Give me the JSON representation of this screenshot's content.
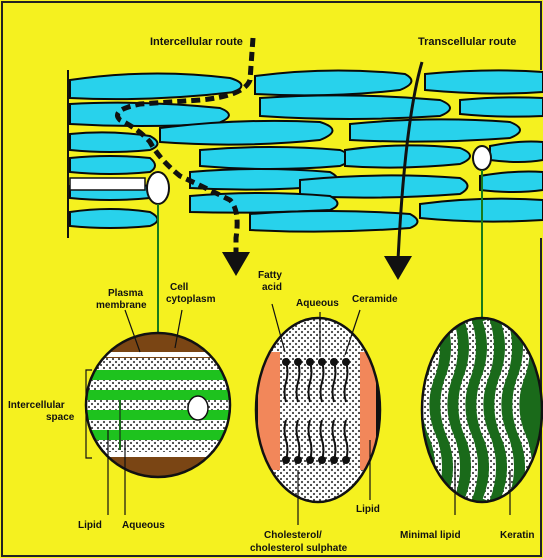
{
  "colors": {
    "background": "#f5f11f",
    "cells": "#28d2ec",
    "cell_outline": "#0a0a0a",
    "lipid_green": "#1ec21e",
    "brown": "#7a4514",
    "orange": "#f2875a",
    "keratin_green": "#1a6a1a",
    "lead_line": "#1a7a1a"
  },
  "labels": {
    "intercellular_route": "Intercellular route",
    "transcellular_route": "Transcellular route",
    "plasma_membrane_1": "Plasma",
    "plasma_membrane_2": "membrane",
    "cell_cytoplasm_1": "Cell",
    "cell_cytoplasm_2": "cytoplasm",
    "fatty_acid_1": "Fatty",
    "fatty_acid_2": "acid",
    "aqueous_top": "Aqueous",
    "ceramide": "Ceramide",
    "intercellular_space_1": "Intercellular",
    "intercellular_space_2": "space",
    "lipid_bottom": "Lipid",
    "aqueous_bottom": "Aqueous",
    "lipid_middle": "Lipid",
    "cholesterol_1": "Cholesterol/",
    "cholesterol_2": "cholesterol sulphate",
    "minimal_lipid": "Minimal lipid",
    "keratin": "Keratin"
  }
}
